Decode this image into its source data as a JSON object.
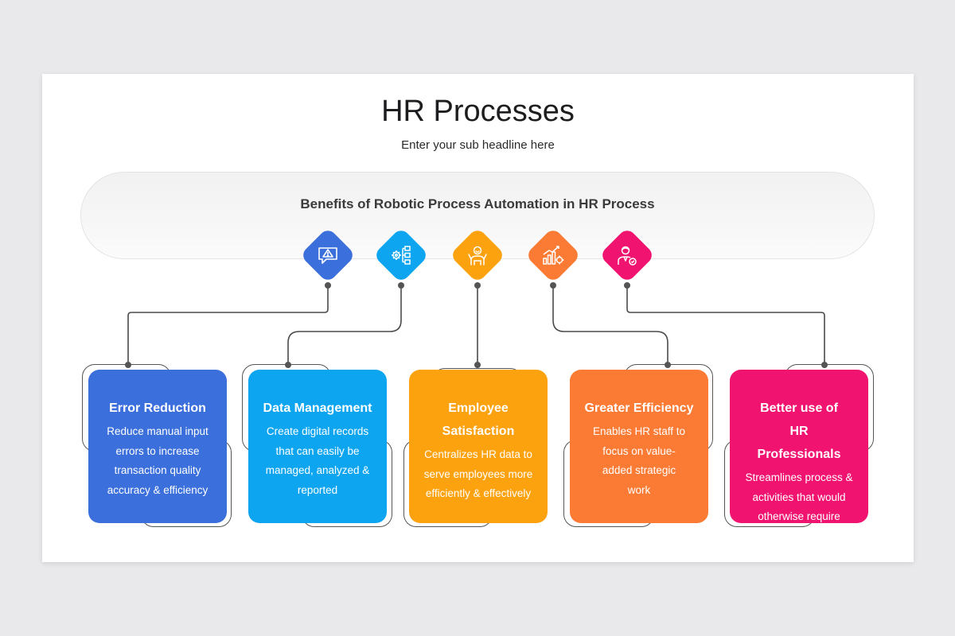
{
  "title": "HR Processes",
  "subtitle": "Enter your sub headline here",
  "banner": {
    "title": "Benefits of Robotic Process Automation in HR Process"
  },
  "colors": {
    "blue": "#3b6fdb",
    "sky": "#0ea5f0",
    "orange_yellow": "#fda20f",
    "orange": "#fb7b34",
    "pink": "#f01470",
    "connector": "#4a4a4a"
  },
  "cards": [
    {
      "icon": "alert-chat-icon",
      "title": "Error Reduction",
      "description": "Reduce manual input errors to increase transaction quality accuracy & efficiency"
    },
    {
      "icon": "gear-flowchart-icon",
      "title": "Data Management",
      "description": "Create digital records that can easily be managed, analyzed & reported"
    },
    {
      "icon": "happy-employee-icon",
      "title": "Employee Satisfaction",
      "description": "Centralizes HR data to serve employees more efficiently & effectively"
    },
    {
      "icon": "growth-chart-icon",
      "title": "Greater Efficiency",
      "description": "Enables HR staff to focus on value- added strategic work"
    },
    {
      "icon": "professional-user-icon",
      "title": "Better use of HR Professionals",
      "description": "Streamlines process & activities that would otherwise require"
    }
  ]
}
